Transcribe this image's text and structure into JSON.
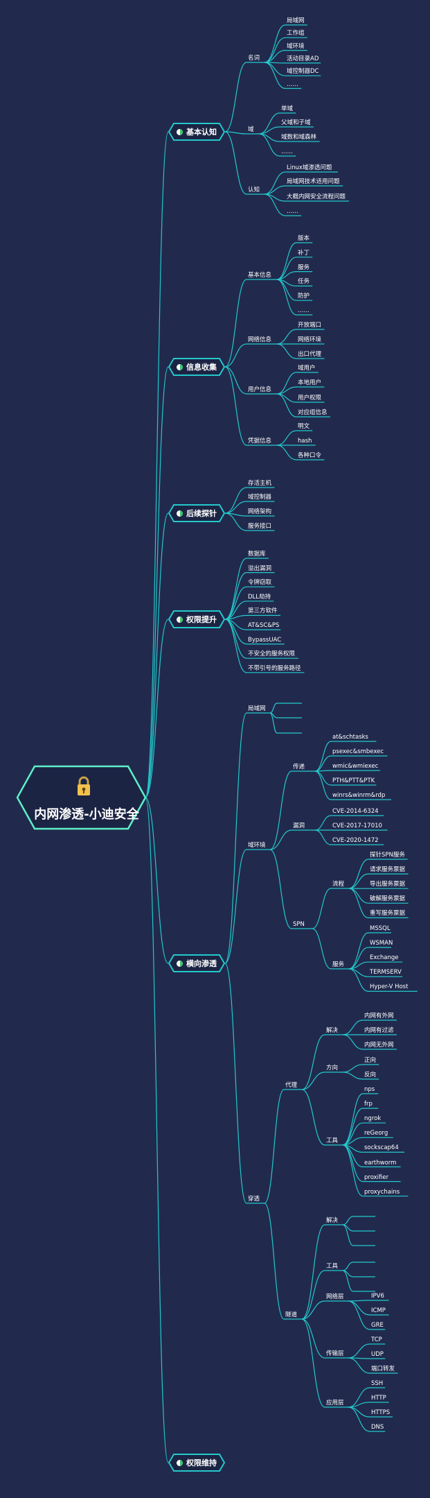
{
  "root": {
    "title": "内网渗透-小迪安全",
    "icon": "padlock-icon"
  },
  "colors": {
    "background": "#212a4d",
    "line": "#24c9cc",
    "root_border": "#5ef0c8",
    "node_fill": "#1c2444"
  },
  "branches": {
    "basic": {
      "label": "基本认知",
      "mingci": {
        "label": "名词",
        "items": [
          "局域网",
          "工作组",
          "域环境",
          "活动目录AD",
          "域控制器DC",
          "……"
        ]
      },
      "yu": {
        "label": "域",
        "items": [
          "单域",
          "父域和子域",
          "域数和域森林",
          "……"
        ]
      },
      "renzhi": {
        "label": "认知",
        "items": [
          "Linux域渗透问题",
          "局域网技术适用问题",
          "大概内网安全流程问题",
          "……"
        ]
      }
    },
    "info": {
      "label": "信息收集",
      "basic_info": {
        "label": "基本信息",
        "items": [
          "版本",
          "补丁",
          "服务",
          "任务",
          "防护",
          "……"
        ]
      },
      "network_info": {
        "label": "网络信息",
        "items": [
          "开放端口",
          "网络环境",
          "出口代理"
        ]
      },
      "user_info": {
        "label": "用户信息",
        "items": [
          "域用户",
          "本地用户",
          "用户权限",
          "对应组信息"
        ]
      },
      "cred_info": {
        "label": "凭据信息",
        "items": [
          "明文",
          "hash",
          "各种口令"
        ]
      }
    },
    "probe": {
      "label": "后续探针",
      "items": [
        "存活主机",
        "域控制器",
        "网络架构",
        "服务接口"
      ]
    },
    "privesc": {
      "label": "权限提升",
      "items": [
        "数据库",
        "溢出漏洞",
        "令牌窃取",
        "DLL劫持",
        "第三方软件",
        "AT&SC&PS",
        "BypassUAC",
        "不安全的服务权限",
        "不带引号的服务路径"
      ]
    },
    "lateral": {
      "label": "横向渗透",
      "lan": {
        "label": "局域网"
      },
      "domain_env": {
        "label": "域环境",
        "transfer": {
          "label": "传递",
          "items": [
            "at&schtasks",
            "psexec&smbexec",
            "wmic&wmiexec",
            "PTH&PTT&PTK",
            "winrs&winrm&rdp"
          ]
        },
        "vuln": {
          "label": "漏洞",
          "items": [
            "CVE-2014-6324",
            "CVE-2017-17010",
            "CVE-2020-1472"
          ]
        },
        "spn": {
          "label": "SPN",
          "flow": {
            "label": "流程",
            "items": [
              "探针SPN服务",
              "请求服务票据",
              "导出服务票据",
              "破解服务票据",
              "重写服务票据"
            ]
          },
          "service": {
            "label": "服务",
            "items": [
              "MSSQL",
              "WSMAN",
              "Exchange",
              "TERMSERV",
              "Hyper-V Host"
            ]
          }
        }
      },
      "tunnel": {
        "label": "穿透",
        "proxy": {
          "label": "代理",
          "solve": {
            "label": "解决",
            "items": [
              "内网有外网",
              "内网有过滤",
              "内网无外网"
            ]
          },
          "direction": {
            "label": "方向",
            "items": [
              "正向",
              "反向"
            ]
          },
          "tools": {
            "label": "工具",
            "items": [
              "nps",
              "frp",
              "ngrok",
              "reGeorg",
              "sockscap64",
              "earthworm",
              "proxifier",
              "proxychains"
            ]
          }
        },
        "tunnel2": {
          "label": "隧道",
          "solve": {
            "label": "解决"
          },
          "tools": {
            "label": "工具"
          },
          "network_layer": {
            "label": "网络层",
            "items": [
              "IPV6",
              "ICMP",
              "GRE"
            ]
          },
          "transport_layer": {
            "label": "传输层",
            "items": [
              "TCP",
              "UDP",
              "端口转发"
            ]
          },
          "app_layer": {
            "label": "应用层",
            "items": [
              "SSH",
              "HTTP",
              "HTTPS",
              "DNS"
            ]
          }
        }
      }
    },
    "persist": {
      "label": "权限维持"
    }
  }
}
